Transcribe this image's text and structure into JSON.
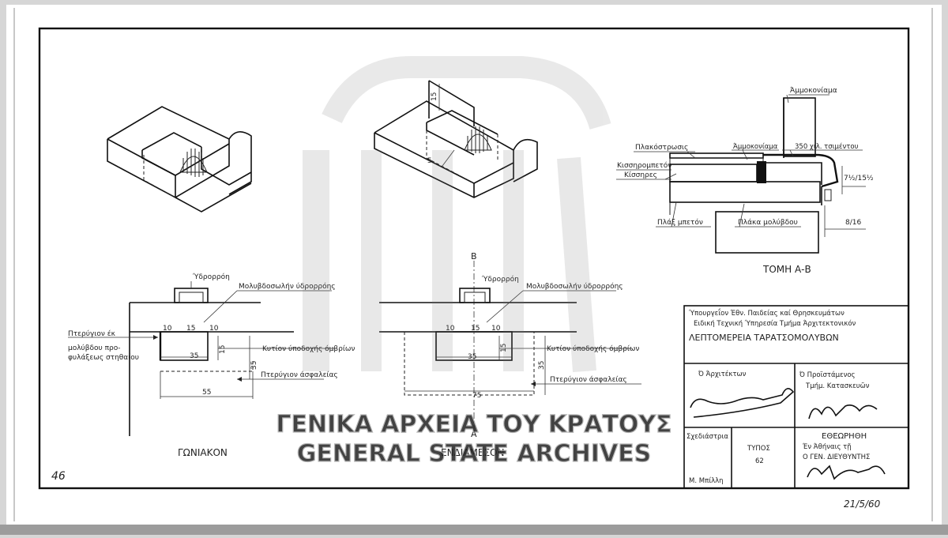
{
  "archive": {
    "watermark_greek": "ΓΕΝΙΚΑ ΑΡΧΕΙΑ ΤΟΥ ΚΡΑΤΟΥΣ",
    "watermark_english": "GENERAL STATE ARCHIVES"
  },
  "sheet": {
    "page_number": "46",
    "handwritten_date": "21/5/60"
  },
  "section_ab": {
    "label_mortar_top": "Άμμοκονίαμα",
    "label_tiling": "Πλακόστρωσις",
    "label_mortar": "Άμμοκονίαμα",
    "label_cement": "350 χιλ. τσιμέντου",
    "label_concrete_gravel": "Κισσηρομπετόν",
    "label_gravel": "Κίσσηρες",
    "label_slab": "Πλάξ μπετόν",
    "label_lead_plate": "Πλάκα μολύβδου",
    "dim_top": "7½/15½",
    "dim_bottom": "8/16",
    "title": "ΤΟΜΗ Α-Β"
  },
  "corner_detail": {
    "gutter": "Ύδρορρόη",
    "lead_gutter": "Μολυβδοσωλήν ύδρορρόης",
    "fin_line1": "Πτερύγιον έκ",
    "fin_line2": "μολύβδου προ-",
    "fin_line3": "φυλάξεως στηθαίου",
    "box": "Κυτίον ύποδοχής όμβρίων",
    "safety_fin": "Πτερύγιον άσφαλείας",
    "d10a": "10",
    "d15": "15",
    "d10b": "10",
    "d15v": "15",
    "d35": "35",
    "d35v": "35",
    "d55": "55",
    "title": "ΓΩΝΙΑΚΟΝ"
  },
  "middle_detail": {
    "point_b": "Β",
    "point_a": "Α",
    "gutter": "Ύδρορρόη",
    "lead_gutter": "Μολυβδοσωλήν ύδρορρόης",
    "box": "Κυτίον ύποδοχής όμβρίων",
    "safety_fin": "Πτερύγιον άσφαλείας",
    "d10a": "10",
    "d15": "15",
    "d10b": "10",
    "d15v": "15",
    "d35": "35",
    "d35v": "35",
    "d75": "75",
    "title": "ΕΝΔΙΑΜΕΣΟΝ"
  },
  "iso": {
    "d15": "15",
    "d5": "5"
  },
  "title_block": {
    "ministry": "Ύπουργεΐον Έθν. Παιδείας καί Θρησκευμάτων",
    "service": "Ειδική Τεχνική Ύπηρεσία Τμήμα Άρχιτεκτονικόν",
    "drawing_title": "ΛΕΠΤΟΜΕΡΕΙΑ ΤΑΡΑΤΣΟΜΟΛΥΒΩΝ",
    "architect_label": "Ό Άρχιτέκτων",
    "head_label": "Ό Προϊστάμενος",
    "head_dept": "Τμήμ. Κατασκευῶν",
    "drafter_label": "Σχεδιάστρια",
    "drafter_name": "Μ. Μπίλλη",
    "type_label": "ΤΥΠΟΣ",
    "type_value": "62",
    "approved": "ΕΘΕΩΡΗΘΗ",
    "athens": "Έν Άθήναις τῇ",
    "director": "Ο ΓΕΝ. ΔΙΕΥΘΥΝΤΗΣ"
  }
}
